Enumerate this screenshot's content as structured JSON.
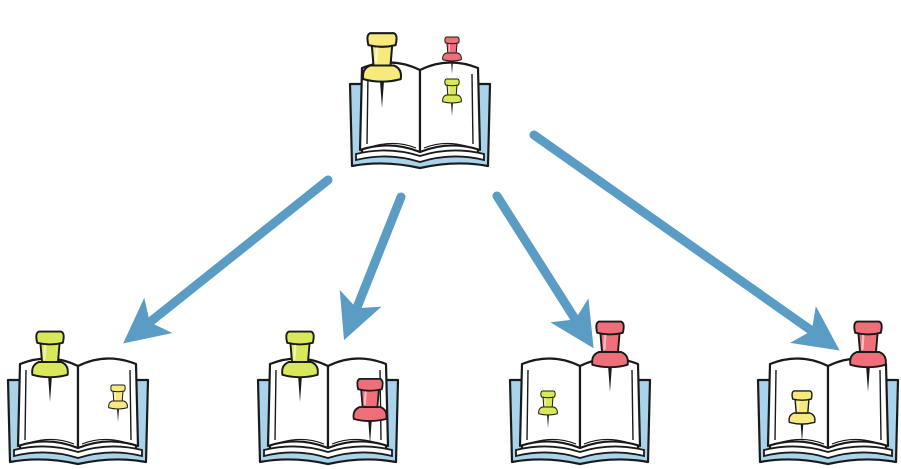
{
  "palette": {
    "arrow": "#5a9cc4",
    "outline": "#1a1a1a",
    "page": "#ffffff",
    "cover": "#a9d3ea",
    "pin_yellow": "#f6ea7e",
    "pin_lime": "#d8e85a",
    "pin_red": "#ee6f7a"
  },
  "icons": {
    "book": "open-book-icon",
    "pin": "push-pin-icon",
    "arrow": "arrow-icon"
  },
  "nodes": [
    {
      "id": "source",
      "pins": [
        "yellow-large",
        "red-small",
        "lime-small"
      ]
    },
    {
      "id": "target-1",
      "pins": [
        "lime-large",
        "yellow-small"
      ]
    },
    {
      "id": "target-2",
      "pins": [
        "lime-large",
        "red-large"
      ]
    },
    {
      "id": "target-3",
      "pins": [
        "red-large",
        "lime-small"
      ]
    },
    {
      "id": "target-4",
      "pins": [
        "red-large",
        "yellow-small"
      ]
    }
  ]
}
